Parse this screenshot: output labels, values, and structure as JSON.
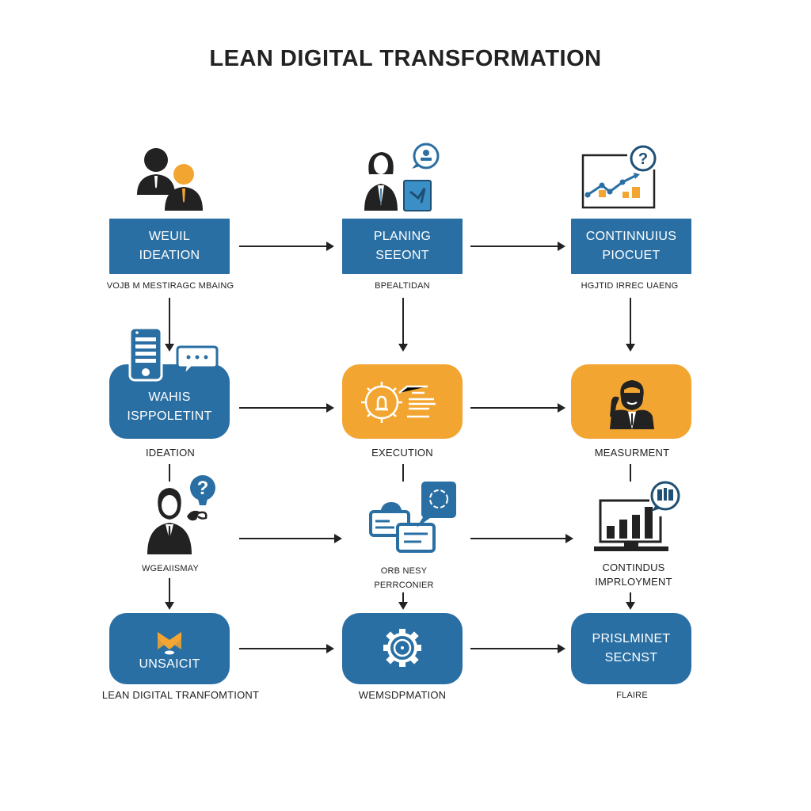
{
  "title": "LEAN DIGITAL TRANSFORMATION",
  "colors": {
    "blue": "#2a6fa3",
    "orange": "#f3a531",
    "dark": "#222222"
  },
  "rows": [
    {
      "nodes": [
        {
          "line1": "WEUIL",
          "line2": "IDEATION",
          "caption": "VOJB M MESTIRAGC MBAING",
          "shape": "rect",
          "color": "blue",
          "icon": "business-people-icon"
        },
        {
          "line1": "PLANING",
          "line2": "SEEONT",
          "caption": "BPEALTIDAN",
          "shape": "rect",
          "color": "blue",
          "icon": "woman-with-clipboard-icon"
        },
        {
          "line1": "CONTINNUIUS",
          "line2": "PIOCUET",
          "caption": "HGJTID IRREC UAENG",
          "shape": "rect",
          "color": "blue",
          "icon": "chart-question-icon"
        }
      ]
    },
    {
      "nodes": [
        {
          "line1": "WAHIS",
          "line2": "ISPPOLETINT",
          "caption": "IDEATION",
          "shape": "round",
          "color": "blue",
          "icon": "phone-chat-icon"
        },
        {
          "line1": "",
          "line2": "",
          "caption": "EXECUTION",
          "shape": "round",
          "color": "orange",
          "icon": "gear-document-icon"
        },
        {
          "line1": "",
          "line2": "",
          "caption": "MEASURMENT",
          "shape": "round",
          "color": "orange",
          "icon": "businessman-icon"
        }
      ]
    },
    {
      "nodes": [
        {
          "caption": "WGEAIISMAY",
          "icon": "person-question-icon"
        },
        {
          "caption_line1": "ORB NESY",
          "caption_line2": "PERRCONIER",
          "icon": "cards-chat-icon"
        },
        {
          "caption_line1": "CONTINDUS",
          "caption_line2": "IMPRLOYMENT",
          "icon": "monitor-bar-chart-icon"
        }
      ]
    },
    {
      "nodes": [
        {
          "line1": "UNSAICIT",
          "caption": "LEAN DIGITAL TRANFOMTIONT",
          "shape": "round",
          "color": "blue",
          "icon": "envelope-icon"
        },
        {
          "line1": "",
          "caption": "WEMSDPMATION",
          "shape": "round",
          "color": "blue",
          "icon": "gear-icon"
        },
        {
          "line1": "PRISLMINET",
          "line2": "SECNST",
          "caption": "FLAIRE",
          "shape": "round",
          "color": "blue"
        }
      ]
    }
  ]
}
